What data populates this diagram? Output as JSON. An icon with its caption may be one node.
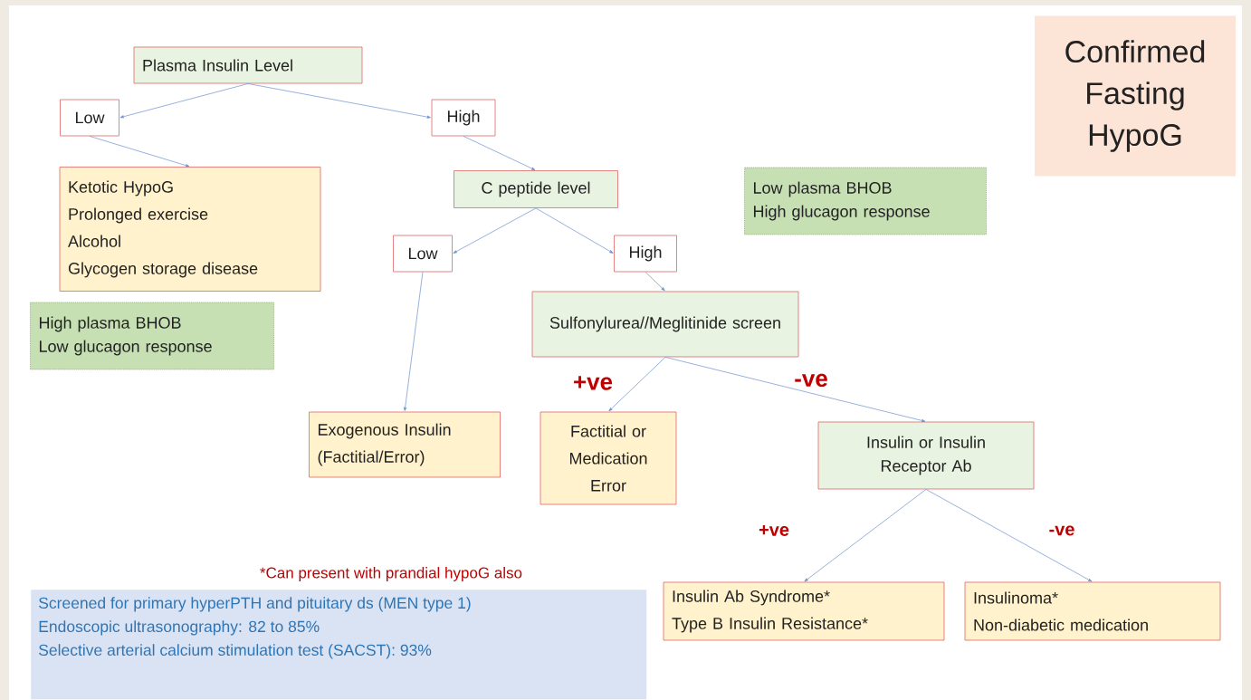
{
  "diagram": {
    "nodes": [
      {
        "text": [
          "Confirmed Fasting HypoG"
        ]
      },
      {
        "text": [
          "Plasma Insulin Level"
        ]
      },
      {
        "text": [
          "Low"
        ]
      },
      {
        "text": [
          "High"
        ]
      },
      {
        "text": [
          "Ketotic HypoG",
          "Prolonged exercise",
          "Alcohol",
          "Glycogen storage disease"
        ]
      },
      {
        "text": [
          "C peptide level"
        ]
      },
      {
        "text": [
          "Low plasma BHOB",
          "High glucagon response"
        ]
      },
      {
        "text": [
          "Low"
        ]
      },
      {
        "text": [
          "High"
        ]
      },
      {
        "text": [
          "Sulfonylurea//Meglitinide screen"
        ]
      },
      {
        "text": [
          "High plasma BHOB",
          "Low glucagon response"
        ]
      },
      {
        "text": [
          "Exogenous Insulin (Factitial/Error)"
        ]
      },
      {
        "text": [
          "Factitial or Medication Error"
        ]
      },
      {
        "text": [
          "Insulin or Insulin Receptor Ab"
        ]
      },
      {
        "text": [
          "Insulin Ab Syndrome*",
          "Type B Insulin Resistance*"
        ]
      },
      {
        "text": [
          "Insulinoma*",
          "Non-diabetic medication"
        ]
      },
      {
        "text": [
          "Screened for primary hyperPTH and pituitary ds (MEN type 1)",
          "Endoscopic ultrasonography: 82 to 85%",
          "Selective arterial calcium stimulation test (SACST): 93%"
        ]
      }
    ],
    "edges": [
      {
        "from": 1,
        "to": 2,
        "arrow": "to"
      },
      {
        "from": 1,
        "to": 3,
        "arrow": "to"
      },
      {
        "from": 2,
        "to": 4,
        "arrow": "to"
      },
      {
        "from": 3,
        "to": 5,
        "arrow": "to"
      },
      {
        "from": 5,
        "to": 7,
        "arrow": "to"
      },
      {
        "from": 5,
        "to": 8,
        "arrow": "to"
      },
      {
        "from": 7,
        "to": 11,
        "arrow": "to"
      },
      {
        "from": 8,
        "to": 9,
        "arrow": "to"
      },
      {
        "from": 9,
        "to": 12,
        "arrow": "to",
        "label": "+ve"
      },
      {
        "from": 9,
        "to": 13,
        "arrow": "to",
        "label": "-ve"
      },
      {
        "from": 13,
        "to": 14,
        "arrow": "to",
        "label": "+ve"
      },
      {
        "from": 13,
        "to": 15,
        "arrow": "to",
        "label": "-ve"
      }
    ],
    "labels": [
      "*Can present with prandial hypoG also"
    ]
  }
}
